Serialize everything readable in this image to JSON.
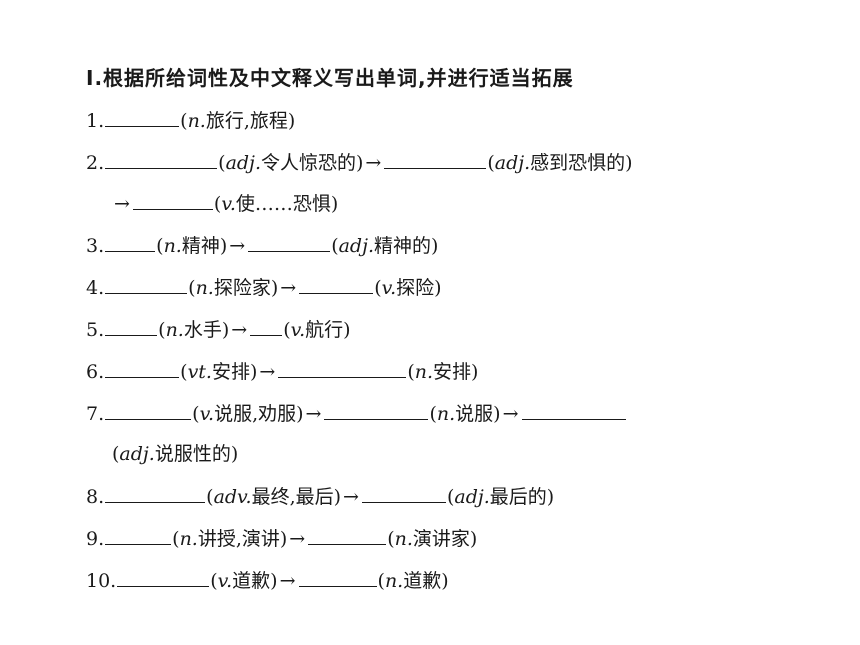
{
  "title": "Ⅰ.根据所给词性及中文释义写出单词,并进行适当拓展",
  "arrow": "→",
  "items": [
    {
      "num": "1.",
      "p1": "(",
      "pos1": "n.",
      "m1": "旅行,旅程)"
    },
    {
      "num": "2.",
      "p1": "(",
      "pos1": "adj.",
      "m1": "令人惊恐的)",
      "p2": "(",
      "pos2": "adj.",
      "m2": "感到恐惧的)"
    },
    {
      "p1": "(",
      "pos1": "v.",
      "m1": "使……恐惧)"
    },
    {
      "num": "3.",
      "p1": "(",
      "pos1": "n.",
      "m1": "精神)",
      "p2": "(",
      "pos2": "adj.",
      "m2": "精神的)"
    },
    {
      "num": "4.",
      "p1": "(",
      "pos1": "n.",
      "m1": "探险家)",
      "p2": "(",
      "pos2": "v.",
      "m2": "探险)"
    },
    {
      "num": "5.",
      "p1": "(",
      "pos1": "n.",
      "m1": "水手)",
      "p2": "(",
      "pos2": "v.",
      "m2": "航行)"
    },
    {
      "num": "6.",
      "p1": "(",
      "pos1": "vt.",
      "m1": "安排)",
      "p2": "(",
      "pos2": "n.",
      "m2": "安排)"
    },
    {
      "num": "7.",
      "p1": "(",
      "pos1": "v.",
      "m1": "说服,劝服)",
      "p2": "(",
      "pos2": "n.",
      "m2": "说服)"
    },
    {
      "p1": "(",
      "pos1": "adj.",
      "m1": "说服性的)"
    },
    {
      "num": "8.",
      "p1": "(",
      "pos1": "adv.",
      "m1": "最终,最后)",
      "p2": "(",
      "pos2": "adj.",
      "m2": "最后的)"
    },
    {
      "num": "9.",
      "p1": "(",
      "pos1": "n.",
      "m1": "讲授,演讲)",
      "p2": "(",
      "pos2": "n.",
      "m2": "演讲家)"
    },
    {
      "num": "10.",
      "p1": "(",
      "pos1": "v.",
      "m1": "道歉)",
      "p2": "(",
      "pos2": "n.",
      "m2": "道歉)"
    }
  ]
}
